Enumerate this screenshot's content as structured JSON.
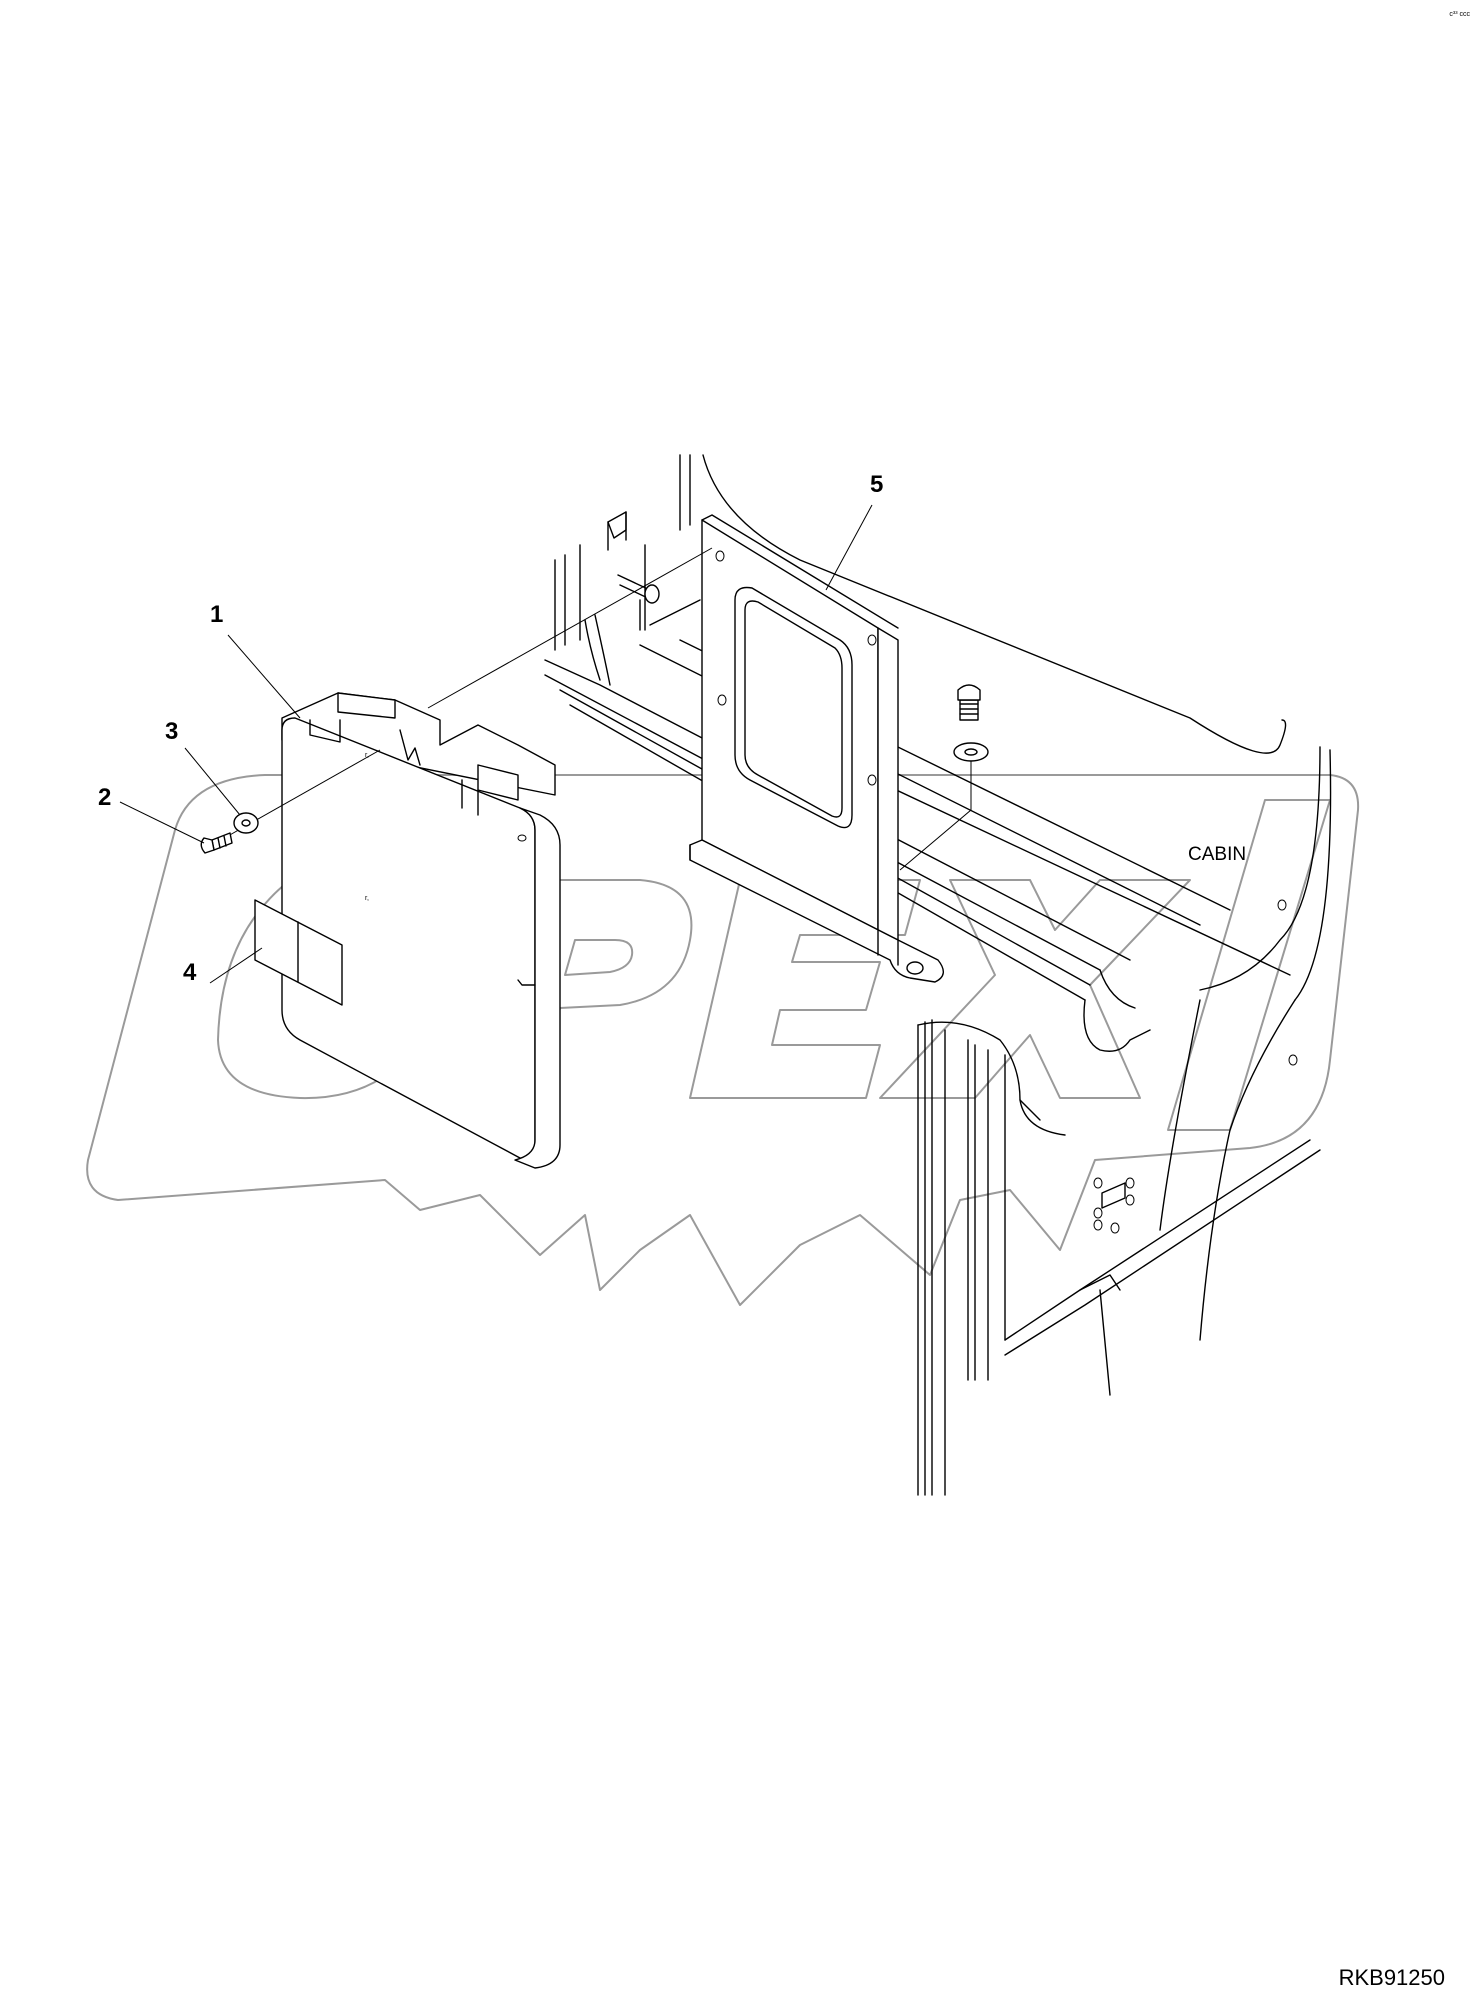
{
  "callouts": [
    {
      "id": "1",
      "label": "1"
    },
    {
      "id": "2",
      "label": "2"
    },
    {
      "id": "3",
      "label": "3"
    },
    {
      "id": "4",
      "label": "4"
    },
    {
      "id": "5",
      "label": "5"
    }
  ],
  "labels": {
    "cabin": "CABIN",
    "drawing_code": "RKB91250",
    "corner_mark": "c³³ ccc"
  },
  "watermark": {
    "logo_text": "OPEX",
    "color": "#9a9a9a"
  },
  "colors": {
    "line": "#000000",
    "background": "#ffffff"
  }
}
